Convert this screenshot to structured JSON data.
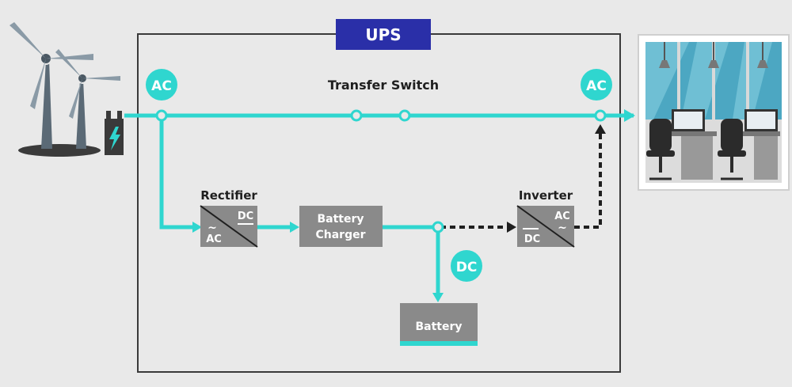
{
  "ups_title": "UPS",
  "transfer_switch_label": "Transfer Switch",
  "ac_input_badge": "AC",
  "ac_output_badge": "AC",
  "dc_badge": "DC",
  "rectifier": {
    "title": "Rectifier",
    "top_label": "DC",
    "bottom_label": "AC"
  },
  "battery_charger": {
    "line1": "Battery",
    "line2": "Charger"
  },
  "inverter": {
    "title": "Inverter",
    "top_label": "AC",
    "bottom_label": "DC"
  },
  "battery_label": "Battery",
  "colors": {
    "background": "#e9e9e9",
    "ups_badge": "#2a2fa8",
    "flow_line": "#2fd6cf",
    "block": "#8a8a8a",
    "dashed_line": "#1f1f1f",
    "box_border": "#3a3a3a"
  },
  "icons": [
    "wind-turbine-icon",
    "power-box-icon",
    "office-workstation-icon"
  ]
}
